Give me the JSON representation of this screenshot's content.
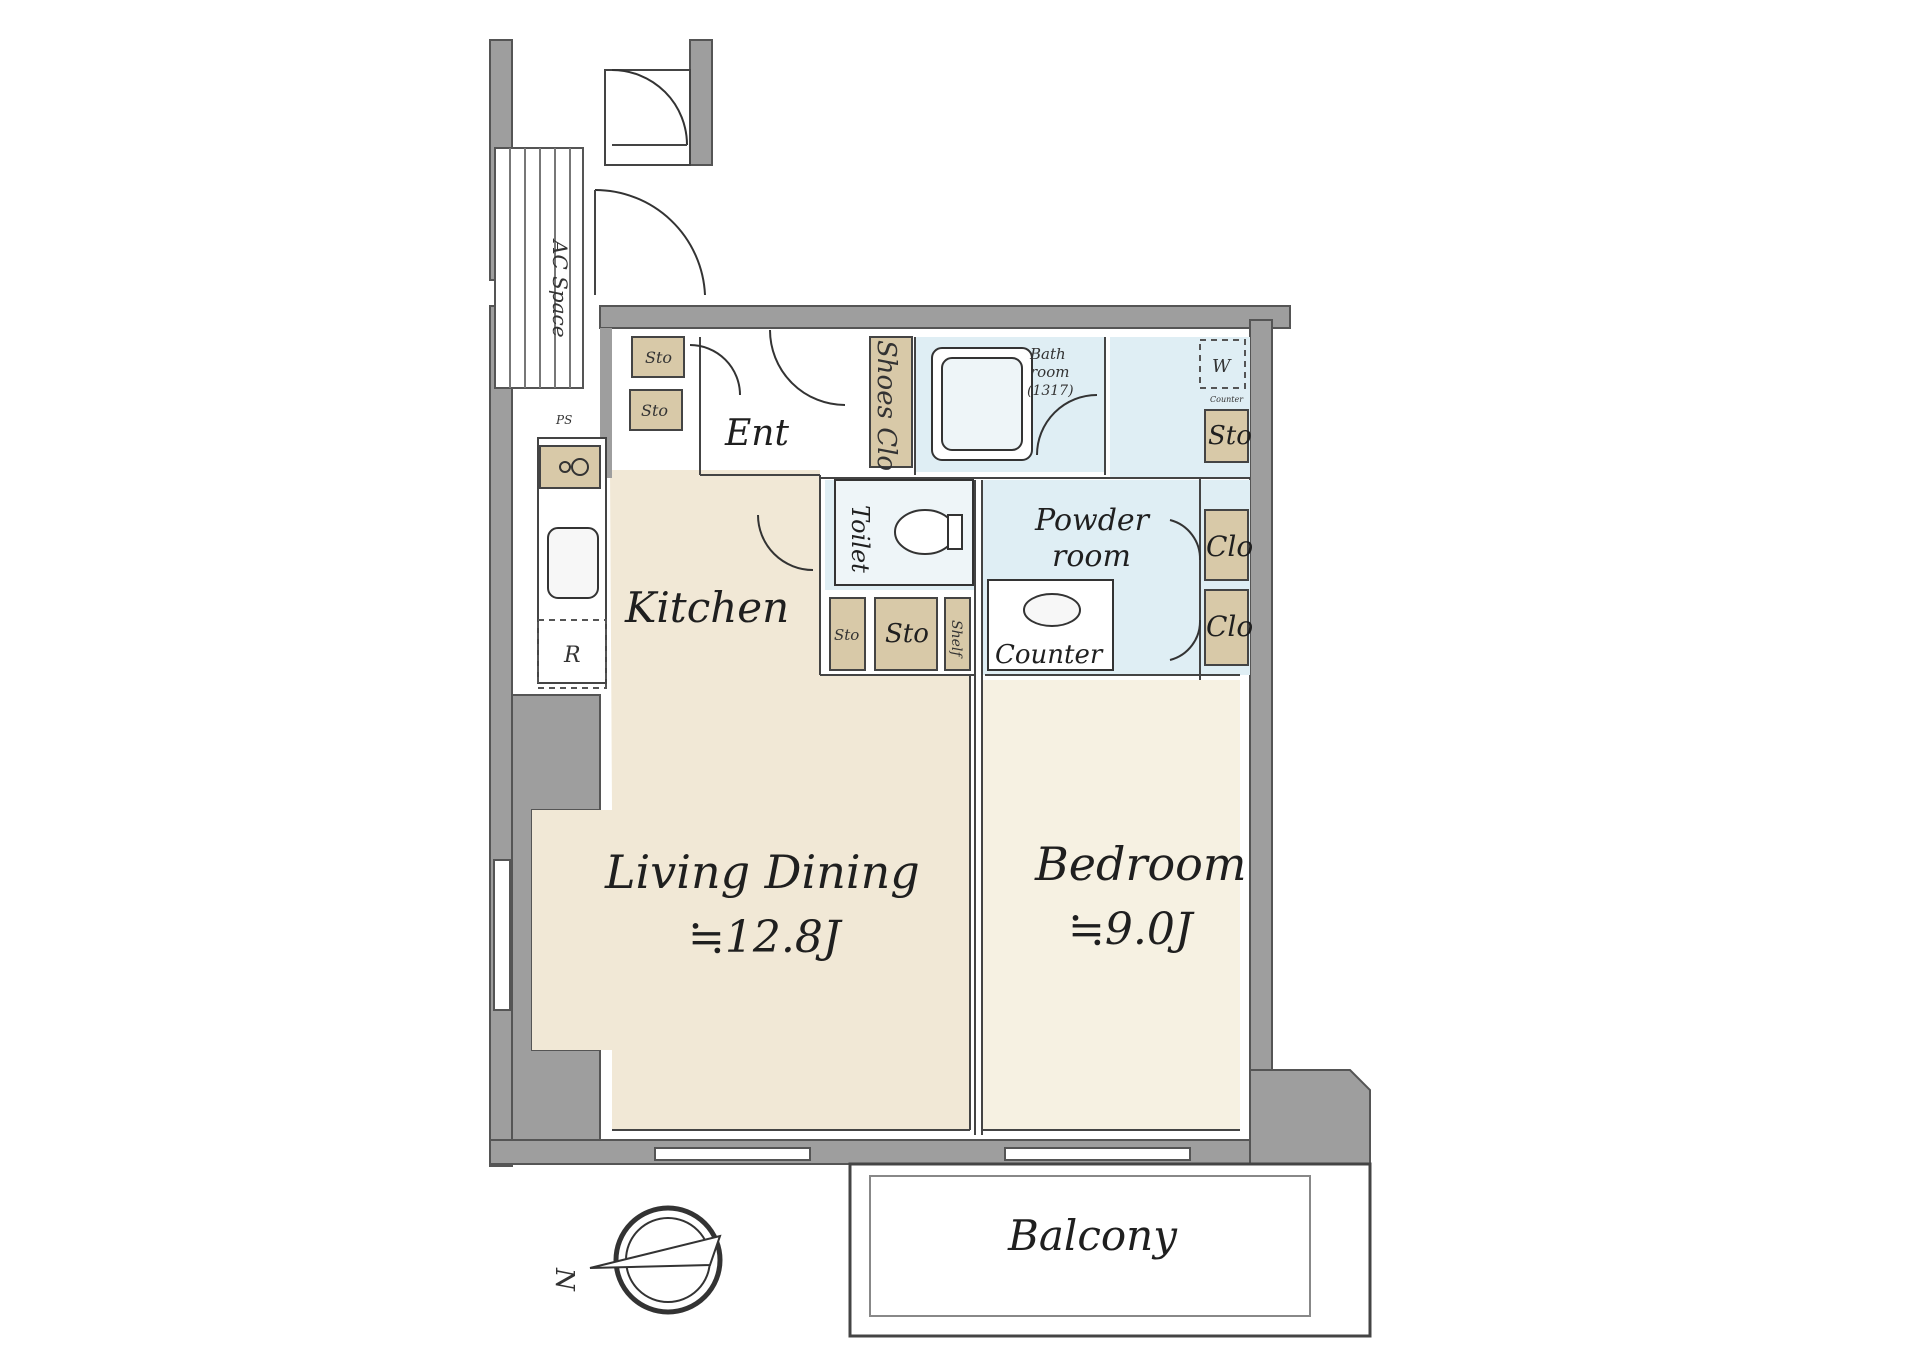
{
  "colors": {
    "living_fill": "#f1e8d6",
    "bedroom_fill": "#f6f1e2",
    "wet_area_fill": "#dfeef4",
    "storage_fill": "#d8c9a8",
    "wall_fill": "#9e9e9e",
    "outline": "#444444"
  },
  "rooms": {
    "living_dining": {
      "name": "Living Dining",
      "area": "≒12.8J"
    },
    "bedroom": {
      "name": "Bedroom",
      "area": "≒9.0J"
    },
    "kitchen": {
      "name": "Kitchen"
    },
    "entrance": {
      "name": "Ent"
    },
    "toilet": {
      "name": "Toilet"
    },
    "powder_room": {
      "line1": "Powder",
      "line2": "room"
    },
    "counter": {
      "name": "Counter"
    },
    "bath": {
      "line1": "Bath",
      "line2": "room",
      "line3": "(1317)"
    },
    "balcony": {
      "name": "Balcony"
    },
    "ac_space": {
      "name": "AC Space"
    }
  },
  "storage": {
    "sto_top": "Sto",
    "sto_kitchen_upper": "Sto",
    "sto_small": "Sto",
    "sto_big": "Sto",
    "sto_right": "Sto",
    "shelf": "Shelf",
    "shoes_clo": "Shoes Clo",
    "clo_1": "Clo",
    "clo_2": "Clo",
    "washer": "W",
    "counter_tiny": "Counter",
    "refrigerator": "R",
    "ps": "PS"
  },
  "compass": {
    "label": "N"
  },
  "icons": [
    "compass-icon",
    "stove-icon",
    "sink-icon",
    "bathtub-icon",
    "toilet-icon",
    "washbasin-icon"
  ]
}
